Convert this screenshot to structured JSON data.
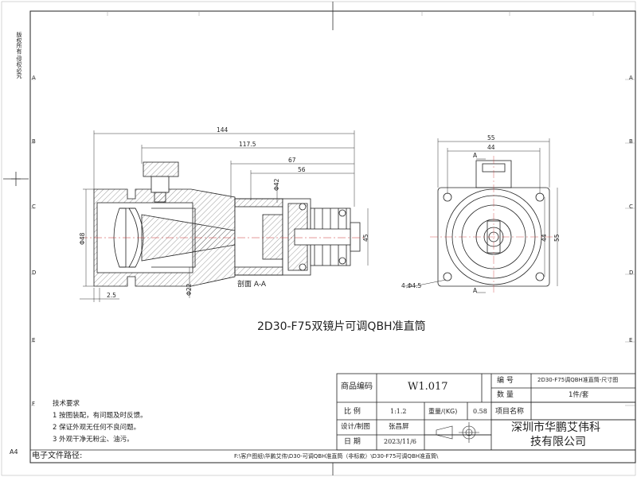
{
  "copyright": "版权所有:侵权必究",
  "title": "2D30-F75双镜片可调QBH准直筒",
  "section_label": "剖面 A-A",
  "section_marker": "A",
  "zone_letters": [
    "A",
    "B",
    "C",
    "D",
    "E",
    "F"
  ],
  "dims_left": {
    "d144": "144",
    "d117": "117.5",
    "d67": "67",
    "d56": "56",
    "phi42": "Φ42",
    "phi48": "Φ48",
    "phi22": "Φ22",
    "d45": "45",
    "d2_5": "2.5"
  },
  "dims_right": {
    "d55_top": "55",
    "d44_top": "44",
    "d44_side": "44",
    "d55_side": "55",
    "holes": "4-Φ4.5"
  },
  "tech_req": {
    "heading": "技术要求",
    "items": [
      "1  按图装配，有问题及时反馈。",
      "2  保证外观无任何不良问题。",
      "3  外观干净无粉尘、油污。"
    ]
  },
  "title_block": {
    "part_code_label": "商品编码",
    "part_code": "W1.017",
    "number_label": "编    号",
    "number_value": "2D30-F75调QBH准直筒-尺寸图",
    "qty_label": "数    量",
    "qty_value": "1件/套",
    "scale_label": "比    例",
    "scale_value": "1:1.2",
    "weight_label": "重量/(KG)",
    "weight_value": "0.58",
    "project_label": "项目名称",
    "design_label": "设计/制图",
    "designer": "张昌屏",
    "date_label": "日    期",
    "date_value": "2023/11/6",
    "company_line1": "深圳市华鹏艾伟科",
    "company_line2": "技有限公司"
  },
  "paper_size": "A4",
  "file_path_label": "电子文件路径:",
  "file_path": "F:\\客户图纸\\华鹏艾伟\\D30-可调QBH准直筒（非标款）\\D30-F75可调QBH准直筒\\"
}
